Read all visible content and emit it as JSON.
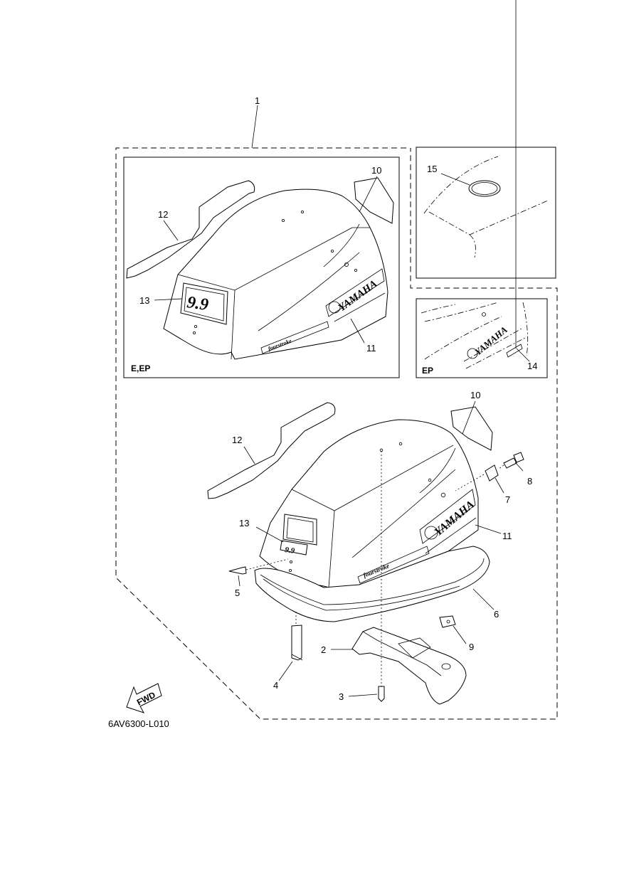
{
  "diagram": {
    "drawing_code": "6AV6300-L010",
    "assembly_callout": "1",
    "panels": {
      "upper_left": {
        "tag": "E,EP"
      },
      "lower_right": {
        "tag": "EP"
      }
    },
    "callouts": {
      "n2": "2",
      "n3": "3",
      "n4": "4",
      "n5": "5",
      "n6": "6",
      "n7": "7",
      "n8": "8",
      "n9": "9",
      "n10": "10",
      "n11": "11",
      "n12": "12",
      "n13": "13",
      "n14": "14",
      "n15": "15"
    },
    "decals": {
      "brand": "YAMAHA",
      "model": "9.9",
      "script": "fourstroke",
      "fwd": "FWD"
    },
    "icons": [
      "fwd-arrow-icon",
      "yamaha-tuning-fork-emblem"
    ]
  }
}
